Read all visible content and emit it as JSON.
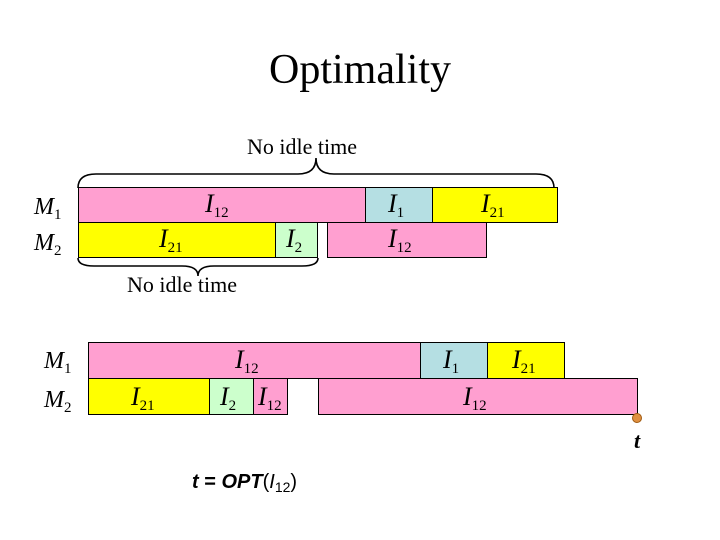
{
  "title": "Optimality",
  "annotations": {
    "top_brace_label": "No idle time",
    "bottom_brace_label": "No idle time"
  },
  "colors": {
    "pink": "#ff9fd0",
    "yellow": "#ffff00",
    "green": "#ccffcc",
    "blue": "#b5dfe3",
    "time_point": "#e09040"
  },
  "diagram1": {
    "machines": [
      {
        "name": "M",
        "sub": "1"
      },
      {
        "name": "M",
        "sub": "2"
      }
    ],
    "m1_blocks": [
      {
        "name": "I",
        "sub": "12"
      },
      {
        "name": "I",
        "sub": "1"
      },
      {
        "name": "I",
        "sub": "21"
      }
    ],
    "m2_blocks": [
      {
        "name": "I",
        "sub": "21"
      },
      {
        "name": "I",
        "sub": "2"
      },
      {
        "name": "I",
        "sub": "12"
      }
    ]
  },
  "diagram2": {
    "machines": [
      {
        "name": "M",
        "sub": "1"
      },
      {
        "name": "M",
        "sub": "2"
      }
    ],
    "m1_blocks": [
      {
        "name": "I",
        "sub": "12"
      },
      {
        "name": "I",
        "sub": "1"
      },
      {
        "name": "I",
        "sub": "21"
      }
    ],
    "m2_blocks": [
      {
        "name": "I",
        "sub": "21"
      },
      {
        "name": "I",
        "sub": "2"
      },
      {
        "name": "I",
        "sub": "12"
      },
      {
        "name": "I",
        "sub": "12"
      }
    ],
    "time_label": "t"
  },
  "formula": {
    "lhs": "t",
    "eq": " = ",
    "fn": "OPT",
    "open": "(",
    "arg": "I",
    "arg_sub": "12",
    "close": ")"
  }
}
